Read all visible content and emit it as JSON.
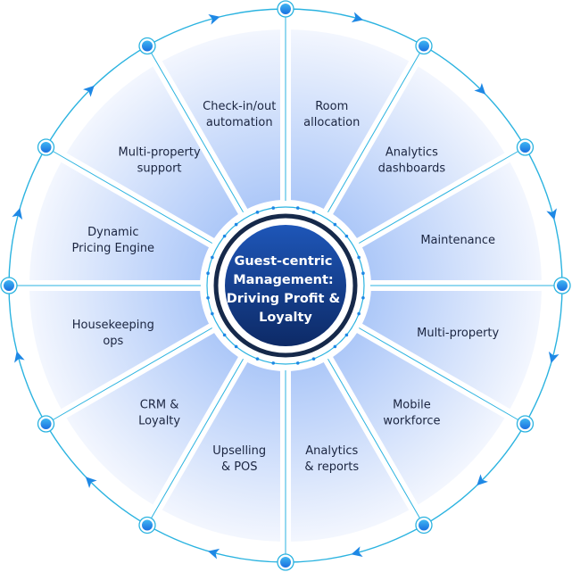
{
  "diagram": {
    "title_lines": [
      "Guest-centric",
      "Management:",
      "Driving Profit &",
      "Loyalty"
    ],
    "segments": [
      {
        "lines": [
          "Room",
          "allocation"
        ]
      },
      {
        "lines": [
          "Analytics",
          "dashboards"
        ]
      },
      {
        "lines": [
          "Maintenance"
        ]
      },
      {
        "lines": [
          "Multi-property"
        ]
      },
      {
        "lines": [
          "Mobile",
          "workforce"
        ]
      },
      {
        "lines": [
          "Analytics",
          "& reports"
        ]
      },
      {
        "lines": [
          "Upselling",
          "& POS"
        ]
      },
      {
        "lines": [
          "CRM &",
          "Loyalty"
        ]
      },
      {
        "lines": [
          "Housekeeping",
          "ops"
        ]
      },
      {
        "lines": [
          "Dynamic",
          "Pricing Engine"
        ]
      },
      {
        "lines": [
          "Multi-property",
          "support"
        ]
      },
      {
        "lines": [
          "Check-in/out",
          "automation"
        ]
      }
    ],
    "flow_direction": "clockwise",
    "colors": {
      "segment_outer": "#f4f7fe",
      "segment_inner": "#aac6f8",
      "center_top": "#1e56b8",
      "center_bottom": "#0d2a66",
      "ring_dark": "#16294a",
      "line": "#2bb3e0",
      "node": "#1e88e5",
      "arrow": "#1e88e5"
    }
  }
}
